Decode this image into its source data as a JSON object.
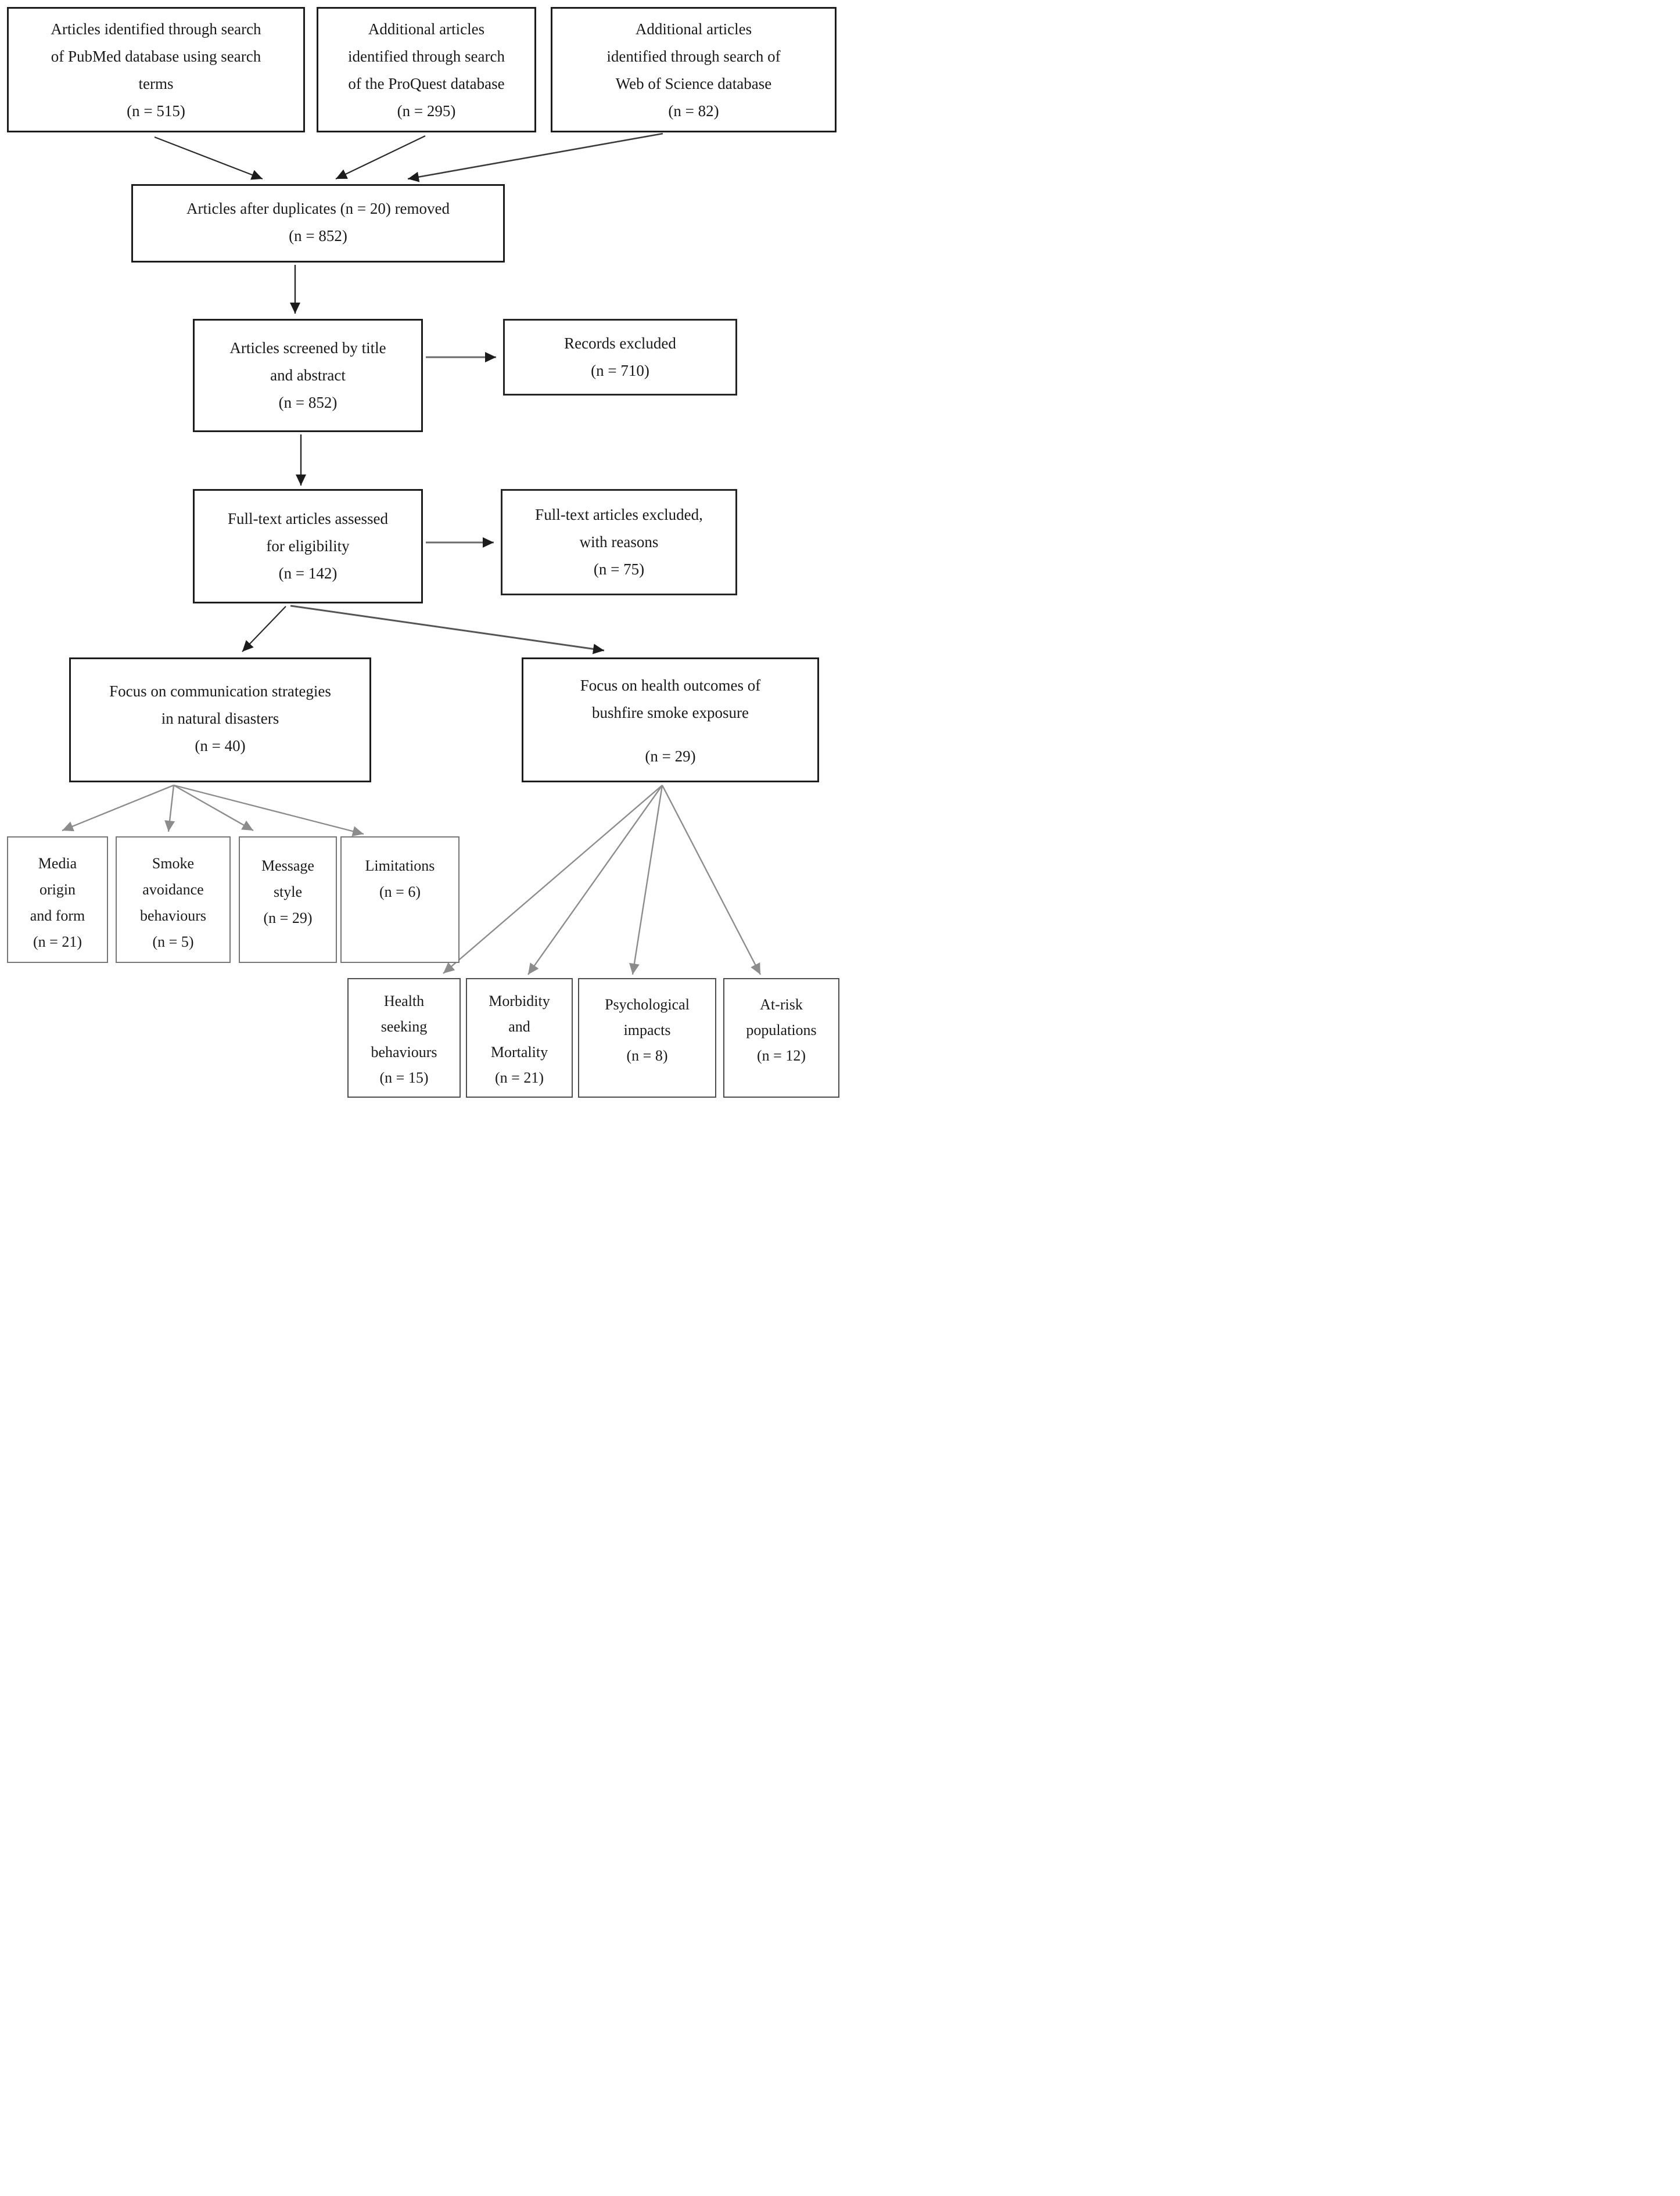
{
  "diagram": {
    "type": "flowchart",
    "background": "#ffffff",
    "colors": {
      "main_box_border": "#1c1c1c",
      "side_box_border": "#242424",
      "gray_box_border": "#767676",
      "bottom_box_border": "#4d4d4d",
      "arrow_dark": "#2a2a2a",
      "arrow_gray": "#8c8c8c"
    },
    "nodes": {
      "pubmed": {
        "lines": [
          "Articles identified through search",
          "of PubMed database using search",
          "terms",
          "(n = 515)"
        ]
      },
      "proquest": {
        "lines": [
          "Additional articles",
          "identified through search",
          "of the ProQuest database",
          "(n = 295)"
        ]
      },
      "wos": {
        "lines": [
          "Additional articles",
          "identified through search of",
          "Web of Science database",
          "(n = 82)"
        ]
      },
      "duplicates": {
        "lines": [
          "Articles after duplicates (n = 20) removed",
          "(n = 852)"
        ]
      },
      "screened": {
        "lines": [
          "Articles screened by title",
          "and abstract",
          "(n = 852)"
        ]
      },
      "records_excluded": {
        "lines": [
          "Records excluded",
          "(n = 710)"
        ]
      },
      "fulltext": {
        "lines": [
          "Full-text articles assessed",
          "for eligibility",
          "(n = 142)"
        ]
      },
      "fulltext_excluded": {
        "lines": [
          "Full-text articles excluded,",
          "with reasons",
          "(n = 75)"
        ]
      },
      "communication": {
        "lines": [
          "Focus on communication strategies",
          "in natural disasters",
          "(n = 40)"
        ]
      },
      "health_outcomes": {
        "lines": [
          "Focus on health outcomes of",
          "bushfire smoke exposure",
          "(n = 29)"
        ]
      },
      "media": {
        "lines": [
          "Media",
          "origin",
          "and form",
          "(n = 21)"
        ]
      },
      "smoke": {
        "lines": [
          "Smoke",
          "avoidance",
          "behaviours",
          "(n = 5)"
        ]
      },
      "message": {
        "lines": [
          "Message",
          "style",
          "(n = 29)"
        ]
      },
      "limitations": {
        "lines": [
          "Limitations",
          "(n = 6)"
        ]
      },
      "health_seeking": {
        "lines": [
          "Health",
          "seeking",
          "behaviours",
          "(n = 15)"
        ]
      },
      "morbidity": {
        "lines": [
          "Morbidity",
          "and",
          "Mortality",
          "(n = 21)"
        ]
      },
      "psychological": {
        "lines": [
          "Psychological",
          "impacts",
          "(n = 8)"
        ]
      },
      "at_risk": {
        "lines": [
          "At-risk",
          "populations",
          "(n = 12)"
        ]
      }
    },
    "edges": [
      {
        "from": "pubmed",
        "to": "duplicates"
      },
      {
        "from": "proquest",
        "to": "duplicates"
      },
      {
        "from": "wos",
        "to": "duplicates"
      },
      {
        "from": "duplicates",
        "to": "screened"
      },
      {
        "from": "screened",
        "to": "records_excluded"
      },
      {
        "from": "screened",
        "to": "fulltext"
      },
      {
        "from": "fulltext",
        "to": "fulltext_excluded"
      },
      {
        "from": "fulltext",
        "to": "communication"
      },
      {
        "from": "fulltext",
        "to": "health_outcomes"
      },
      {
        "from": "communication",
        "to": "media"
      },
      {
        "from": "communication",
        "to": "smoke"
      },
      {
        "from": "communication",
        "to": "message"
      },
      {
        "from": "communication",
        "to": "limitations"
      },
      {
        "from": "health_outcomes",
        "to": "health_seeking"
      },
      {
        "from": "health_outcomes",
        "to": "morbidity"
      },
      {
        "from": "health_outcomes",
        "to": "psychological"
      },
      {
        "from": "health_outcomes",
        "to": "at_risk"
      }
    ]
  }
}
